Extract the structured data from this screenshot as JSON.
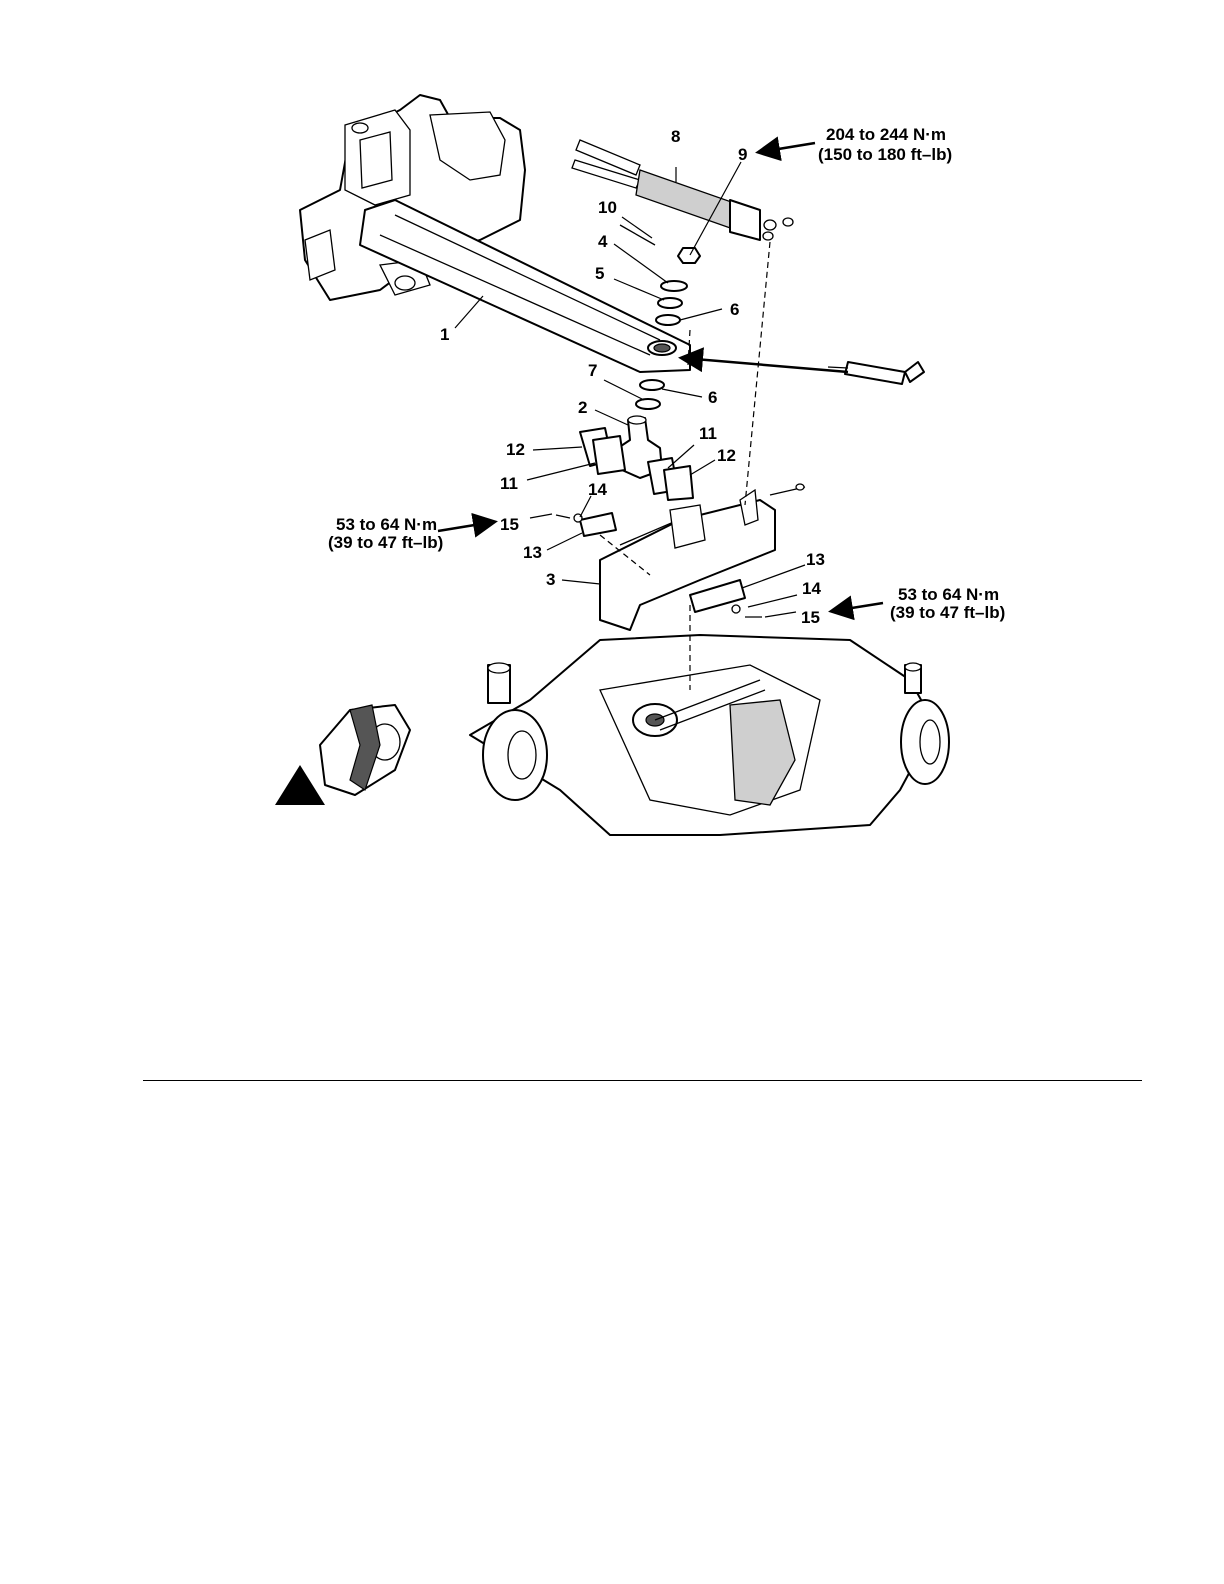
{
  "callouts": {
    "c1": "1",
    "c2": "2",
    "c3": "3",
    "c4": "4",
    "c5": "5",
    "c6a": "6",
    "c6b": "6",
    "c7": "7",
    "c8": "8",
    "c9": "9",
    "c10": "10",
    "c11a": "11",
    "c11b": "11",
    "c12a": "12",
    "c12b": "12",
    "c13a": "13",
    "c13b": "13",
    "c14a": "14",
    "c14b": "14",
    "c15a": "15",
    "c15b": "15"
  },
  "torque": {
    "top_nm": "204 to 244 N·m",
    "top_ftlb": "(150 to 180 ft–lb)",
    "left_nm": "53 to 64 N·m",
    "left_ftlb": "(39 to 47 ft–lb)",
    "right_nm": "53 to 64 N·m",
    "right_ftlb": "(39 to 47 ft–lb)"
  },
  "icons": {
    "front_direction": "front-direction-arrow-icon",
    "grease": "grease-gun-icon"
  }
}
